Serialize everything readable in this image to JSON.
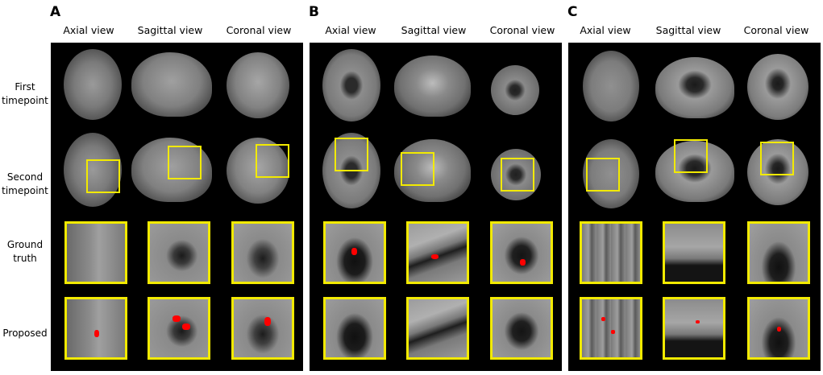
{
  "figure": {
    "panels": [
      {
        "letter": "A",
        "views": [
          "Axial view",
          "Sagittal view",
          "Coronal view"
        ]
      },
      {
        "letter": "B",
        "views": [
          "Axial view",
          "Sagittal view",
          "Coronal view"
        ]
      },
      {
        "letter": "C",
        "views": [
          "Axial view",
          "Sagittal view",
          "Coronal view"
        ]
      }
    ],
    "row_labels": {
      "first_a": "First",
      "first_b": "timepoint",
      "second_a": "Second",
      "second_b": "timepoint",
      "gt_a": "Ground",
      "gt_b": "truth",
      "proposed": "Proposed"
    },
    "colors": {
      "roi_box": "#f2ea00",
      "lesion": "#ff0000",
      "background": "#000000"
    }
  }
}
